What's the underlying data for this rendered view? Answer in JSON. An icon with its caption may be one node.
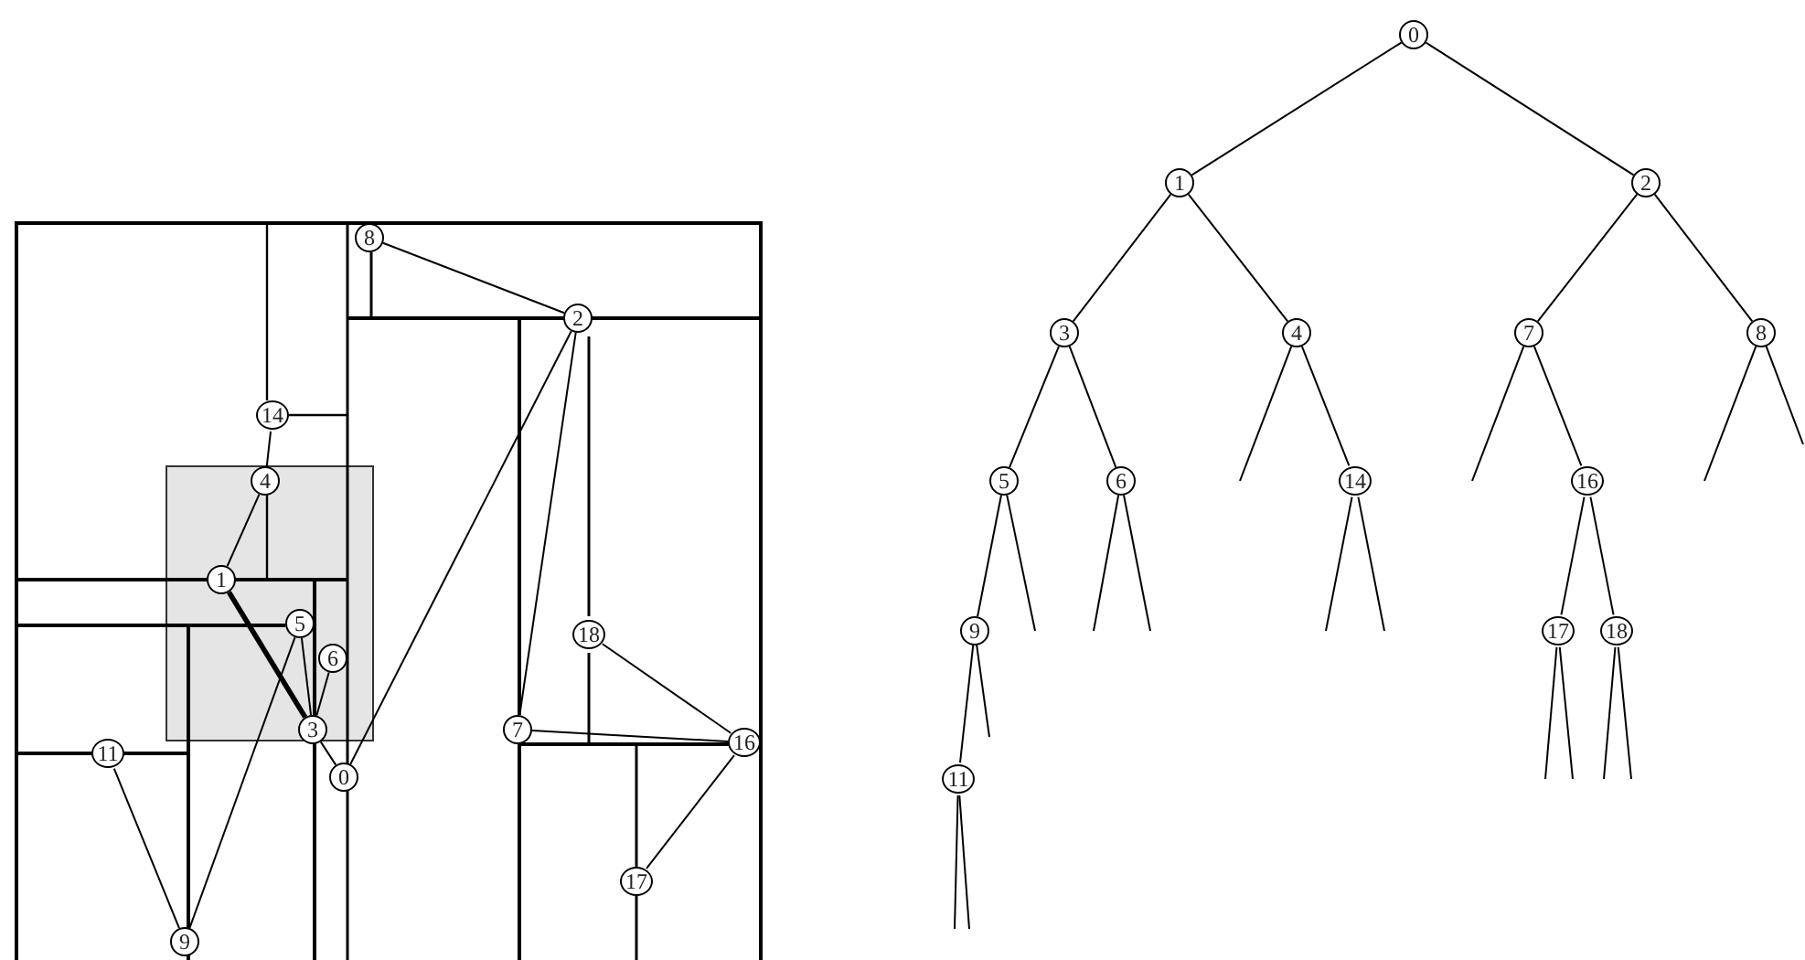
{
  "diagram": {
    "nodes": [
      {
        "text": [
          "0"
        ]
      },
      {
        "text": [
          "1"
        ]
      },
      {
        "text": [
          "2"
        ]
      },
      {
        "text": [
          "3"
        ]
      },
      {
        "text": [
          "4"
        ]
      },
      {
        "text": [
          "5"
        ]
      },
      {
        "text": [
          "6"
        ]
      },
      {
        "text": [
          "7"
        ]
      },
      {
        "text": [
          "8"
        ]
      },
      {
        "text": [
          "9"
        ]
      },
      {
        "text": [
          "11"
        ]
      },
      {
        "text": [
          "14"
        ]
      },
      {
        "text": [
          "16"
        ]
      },
      {
        "text": [
          "17"
        ]
      },
      {
        "text": [
          "18"
        ]
      },
      {
        "text": [
          "0"
        ]
      },
      {
        "text": [
          "1"
        ]
      },
      {
        "text": [
          "2"
        ]
      },
      {
        "text": [
          "3"
        ]
      },
      {
        "text": [
          "4"
        ]
      },
      {
        "text": [
          "7"
        ]
      },
      {
        "text": [
          "8"
        ]
      },
      {
        "text": [
          "5"
        ]
      },
      {
        "text": [
          "6"
        ]
      },
      {
        "text": [
          "14"
        ]
      },
      {
        "text": [
          "16"
        ]
      },
      {
        "text": [
          "9"
        ]
      },
      {
        "text": [
          "17"
        ]
      },
      {
        "text": [
          "18"
        ]
      },
      {
        "text": [
          "11"
        ]
      }
    ],
    "edges": [
      {
        "from": 1,
        "to": 4,
        "arrow": "none"
      },
      {
        "from": 4,
        "to": 11,
        "arrow": "none"
      },
      {
        "from": 1,
        "to": 3,
        "arrow": "none",
        "style": "thick"
      },
      {
        "from": 5,
        "to": 3,
        "arrow": "none"
      },
      {
        "from": 6,
        "to": 3,
        "arrow": "none"
      },
      {
        "from": 3,
        "to": 0,
        "arrow": "none"
      },
      {
        "from": 0,
        "to": 2,
        "arrow": "none"
      },
      {
        "from": 5,
        "to": 9,
        "arrow": "none"
      },
      {
        "from": 10,
        "to": 9,
        "arrow": "none"
      },
      {
        "from": 2,
        "to": 8,
        "arrow": "none"
      },
      {
        "from": 2,
        "to": 7,
        "arrow": "none"
      },
      {
        "from": 7,
        "to": 12,
        "arrow": "none"
      },
      {
        "from": 14,
        "to": 12,
        "arrow": "none"
      },
      {
        "from": 12,
        "to": 13,
        "arrow": "none"
      },
      {
        "from": 15,
        "to": 16,
        "arrow": "none"
      },
      {
        "from": 15,
        "to": 17,
        "arrow": "none"
      },
      {
        "from": 16,
        "to": 18,
        "arrow": "none"
      },
      {
        "from": 16,
        "to": 19,
        "arrow": "none"
      },
      {
        "from": 17,
        "to": 20,
        "arrow": "none"
      },
      {
        "from": 17,
        "to": 21,
        "arrow": "none"
      },
      {
        "from": 18,
        "to": 22,
        "arrow": "none"
      },
      {
        "from": 18,
        "to": 23,
        "arrow": "none"
      },
      {
        "from": 19,
        "to": 24,
        "arrow": "none"
      },
      {
        "from": 20,
        "to": 25,
        "arrow": "none"
      },
      {
        "from": 22,
        "to": 26,
        "arrow": "none"
      },
      {
        "from": 25,
        "to": 27,
        "arrow": "none"
      },
      {
        "from": 25,
        "to": 28,
        "arrow": "none"
      },
      {
        "from": 26,
        "to": 29,
        "arrow": "none"
      },
      {
        "from": 19,
        "to": null,
        "arrow": "none"
      },
      {
        "from": 20,
        "to": null,
        "arrow": "none"
      },
      {
        "from": 21,
        "to": null,
        "arrow": "none"
      },
      {
        "from": 21,
        "to": null,
        "arrow": "none"
      },
      {
        "from": 22,
        "to": null,
        "arrow": "none"
      },
      {
        "from": 23,
        "to": null,
        "arrow": "none"
      },
      {
        "from": 23,
        "to": null,
        "arrow": "none"
      },
      {
        "from": 24,
        "to": null,
        "arrow": "none"
      },
      {
        "from": 24,
        "to": null,
        "arrow": "none"
      },
      {
        "from": 26,
        "to": null,
        "arrow": "none"
      },
      {
        "from": 27,
        "to": null,
        "arrow": "none"
      },
      {
        "from": 27,
        "to": null,
        "arrow": "none"
      },
      {
        "from": 28,
        "to": null,
        "arrow": "none"
      },
      {
        "from": 28,
        "to": null,
        "arrow": "none"
      },
      {
        "from": 29,
        "to": null,
        "arrow": "none"
      },
      {
        "from": 29,
        "to": null,
        "arrow": "none"
      }
    ]
  }
}
